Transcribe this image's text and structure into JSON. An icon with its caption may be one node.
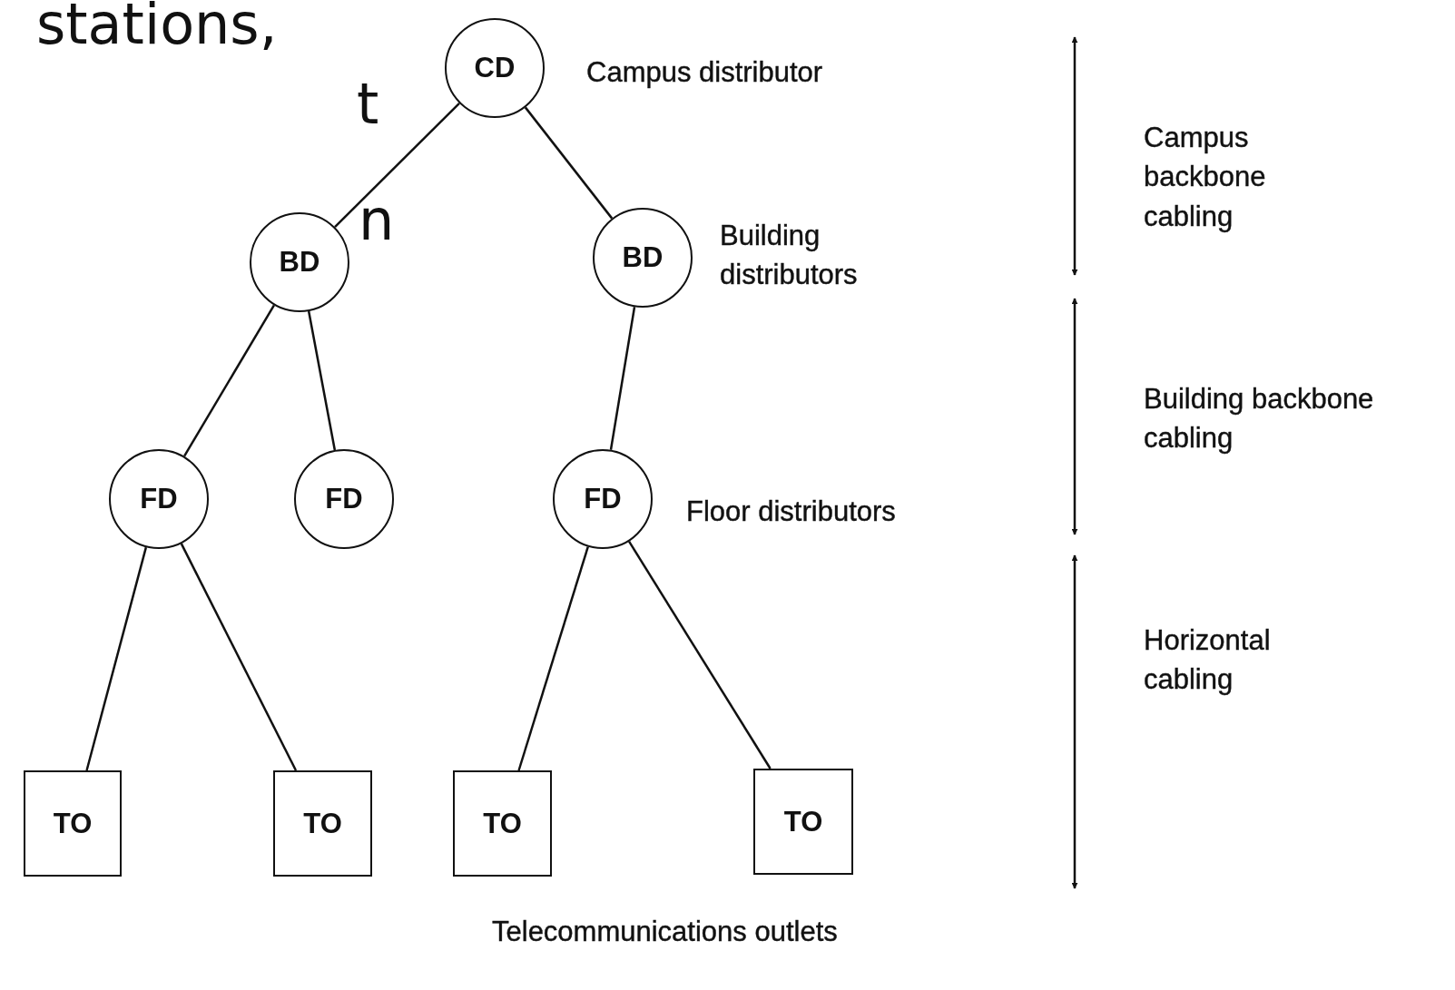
{
  "diagram": {
    "nodes": [
      {
        "text": [
          "CD"
        ]
      },
      {
        "text": [
          "BD"
        ]
      },
      {
        "text": [
          "BD"
        ]
      },
      {
        "text": [
          "FD"
        ]
      },
      {
        "text": [
          "FD"
        ]
      },
      {
        "text": [
          "FD"
        ]
      },
      {
        "text": [
          "TO"
        ]
      },
      {
        "text": [
          "TO"
        ]
      },
      {
        "text": [
          "TO"
        ]
      },
      {
        "text": [
          "TO"
        ]
      }
    ],
    "edges": [
      {
        "from": 0,
        "to": 1,
        "arrow": "none"
      },
      {
        "from": 0,
        "to": 2,
        "arrow": "none"
      },
      {
        "from": 1,
        "to": 3,
        "arrow": "none"
      },
      {
        "from": 1,
        "to": 4,
        "arrow": "none"
      },
      {
        "from": 2,
        "to": 5,
        "arrow": "none"
      },
      {
        "from": 3,
        "to": 6,
        "arrow": "none"
      },
      {
        "from": 3,
        "to": 7,
        "arrow": "none"
      },
      {
        "from": 5,
        "to": 8,
        "arrow": "none"
      },
      {
        "from": 5,
        "to": 9,
        "arrow": "none"
      }
    ],
    "labels": [
      "stations,",
      "Campus distributor",
      "t",
      "Campus backbone cabling",
      "Building distributors",
      "n",
      "Building backbone cabling",
      "Floor distributors",
      "Horizontal cabling",
      "Telecommunications outlets"
    ]
  }
}
